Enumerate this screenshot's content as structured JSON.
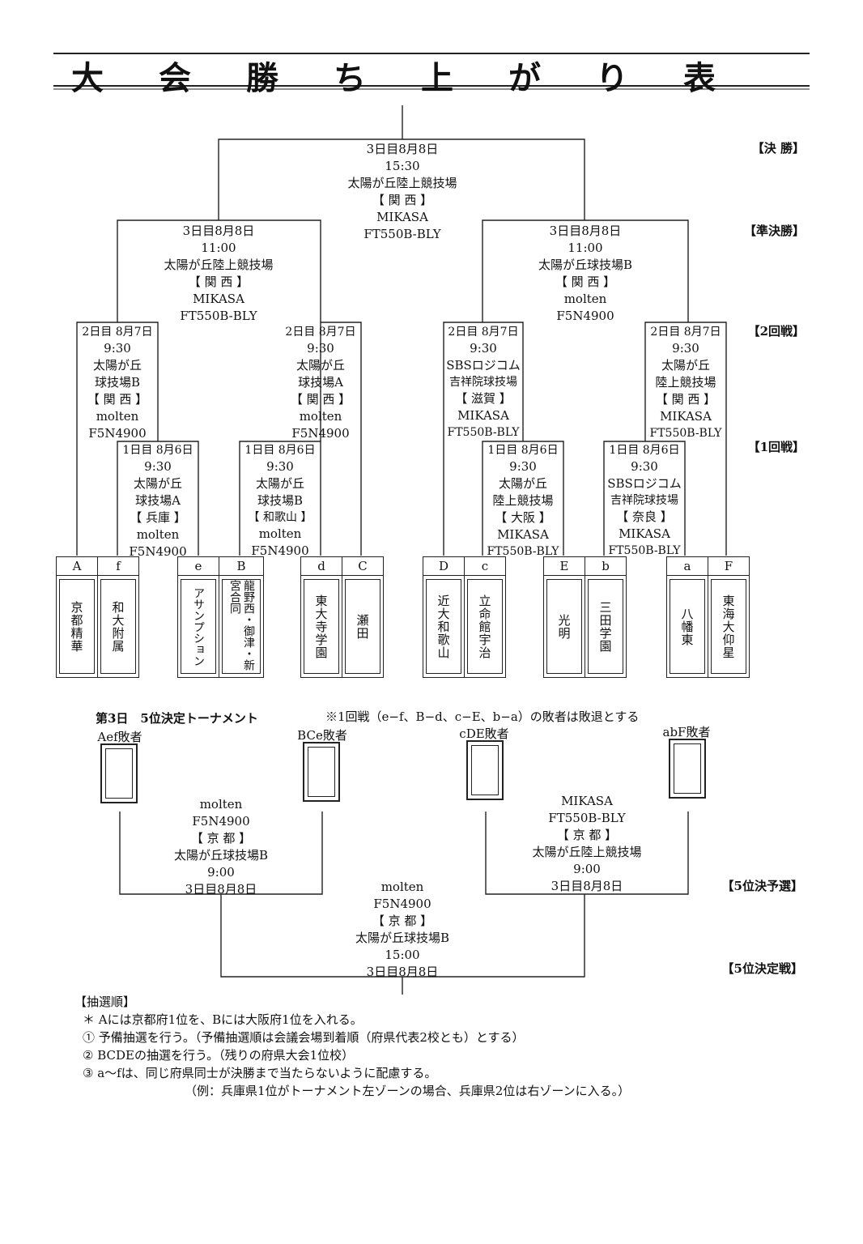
{
  "title": "大会勝ち上がり表",
  "round_labels": {
    "final": "【決 勝】",
    "semi": "【準決勝】",
    "r2": "【2回戦】",
    "r1": "【1回戦】",
    "fifth_pre": "【5位決予選】",
    "fifth_final": "【5位決定戦】"
  },
  "matches": {
    "final": [
      "3日目8月8日",
      "15:30",
      "太陽が丘陸上競技場",
      "【 関 西 】",
      "MIKASA",
      "FT550B-BLY"
    ],
    "semi_left": [
      "3日目8月8日",
      "11:00",
      "太陽が丘陸上競技場",
      "【 関 西 】",
      "MIKASA",
      "FT550B-BLY"
    ],
    "semi_right": [
      "3日目8月8日",
      "11:00",
      "太陽が丘球技場B",
      "【 関 西 】",
      "molten",
      "F5N4900"
    ],
    "r2_1": [
      "2日目 8月7日",
      "9:30",
      "太陽が丘",
      "球技場B",
      "【 関 西 】",
      "molten",
      "F5N4900"
    ],
    "r2_2": [
      "2日目 8月7日",
      "9:30",
      "太陽が丘",
      "球技場A",
      "【 関 西 】",
      "molten",
      "F5N4900"
    ],
    "r2_3": [
      "2日目 8月7日",
      "9:30",
      "SBSロジコム",
      "吉祥院球技場",
      "【 滋賀 】",
      "MIKASA",
      "FT550B-BLY"
    ],
    "r2_4": [
      "2日目 8月7日",
      "9:30",
      "太陽が丘",
      "陸上競技場",
      "【 関 西 】",
      "MIKASA",
      "FT550B-BLY"
    ],
    "r1_1": [
      "1日目 8月6日",
      "9:30",
      "太陽が丘",
      "球技場A",
      "【 兵庫 】",
      "molten",
      "F5N4900"
    ],
    "r1_2": [
      "1日目 8月6日",
      "9:30",
      "太陽が丘",
      "球技場B",
      "【 和歌山 】",
      "molten",
      "F5N4900"
    ],
    "r1_3": [
      "1日目 8月6日",
      "9:30",
      "太陽が丘",
      "陸上競技場",
      "【 大阪 】",
      "MIKASA",
      "FT550B-BLY"
    ],
    "r1_4": [
      "1日目 8月6日",
      "9:30",
      "SBSロジコム",
      "吉祥院球技場",
      "【 奈良 】",
      "MIKASA",
      "FT550B-BLY"
    ]
  },
  "teams": [
    {
      "slot": "A",
      "name": "京都精華"
    },
    {
      "slot": "f",
      "name": "和大附属"
    },
    {
      "slot": "e",
      "name": "アサンプション"
    },
    {
      "slot": "B",
      "name": "龍野西・御津・新宮合同"
    },
    {
      "slot": "d",
      "name": "東大寺学園"
    },
    {
      "slot": "C",
      "name": "瀬田"
    },
    {
      "slot": "D",
      "name": "近大和歌山"
    },
    {
      "slot": "c",
      "name": "立命館宇治"
    },
    {
      "slot": "E",
      "name": "光明"
    },
    {
      "slot": "b",
      "name": "三田学園"
    },
    {
      "slot": "a",
      "name": "八幡東"
    },
    {
      "slot": "F",
      "name": "東海大仰星"
    }
  ],
  "fifth": {
    "heading": "第3日　5位決定トーナメント",
    "note": "※1回戦（e−f、B−d、c−E、b−a）の敗者は敗退とする",
    "losers": [
      "Aef敗者",
      "BCe敗者",
      "cDE敗者",
      "abF敗者"
    ],
    "match_left": [
      "molten",
      "F5N4900",
      "【 京 都 】",
      "太陽が丘球技場B",
      "9:00",
      "3日目8月8日"
    ],
    "match_right": [
      "MIKASA",
      "FT550B-BLY",
      "【 京 都 】",
      "太陽が丘陸上競技場",
      "9:00",
      "3日目8月8日"
    ],
    "match_final": [
      "molten",
      "F5N4900",
      "【 京 都 】",
      "太陽が丘球技場B",
      "15:00",
      "3日目8月8日"
    ]
  },
  "lottery": {
    "heading": "【抽選順】",
    "lines": [
      "＊ Aには京都府1位を、Bには大阪府1位を入れる。",
      "① 予備抽選を行う。（予備抽選順は会議会場到着順（府県代表2校とも）とする）",
      "② BCDEの抽選を行う。（残りの府県大会1位校）",
      "③ a〜fは、同じ府県同士が決勝まで当たらないように配慮する。",
      "（例：兵庫県1位がトーナメント左ゾーンの場合、兵庫県2位は右ゾーンに入る。）"
    ]
  }
}
